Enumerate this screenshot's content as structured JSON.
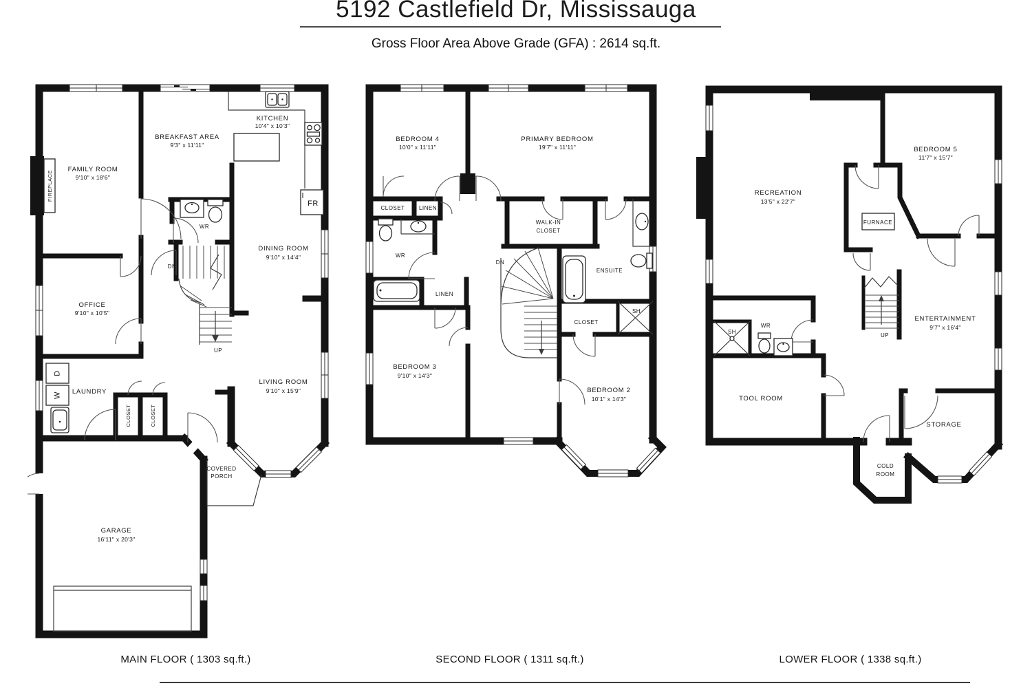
{
  "header": {
    "title": "5192 Castlefield Dr, Mississauga",
    "subtitle": "Gross Floor Area Above Grade  (GFA) : 2614 sq.ft."
  },
  "floors": {
    "main": {
      "caption": "MAIN FLOOR ( 1303 sq.ft.)",
      "rooms": {
        "family": {
          "name": "FAMILY ROOM",
          "dims": "9'10\" x 18'6\""
        },
        "breakfast": {
          "name": "BREAKFAST AREA",
          "dims": "9'3\" x 11'11\""
        },
        "kitchen": {
          "name": "KITCHEN",
          "dims": "10'4\" x 10'3\""
        },
        "dining": {
          "name": "DINING ROOM",
          "dims": "9'10\" x 14'4\""
        },
        "living": {
          "name": "LIVING ROOM",
          "dims": "9'10\" x 15'9\""
        },
        "office": {
          "name": "OFFICE",
          "dims": "9'10\" x 10'5\""
        },
        "laundry": {
          "name": "LAUNDRY"
        },
        "garage": {
          "name": "GARAGE",
          "dims": "16'11\" x 20'3\""
        },
        "porch": {
          "name1": "COVERED",
          "name2": "PORCH"
        },
        "wr": {
          "name": "WR"
        },
        "fireplace": {
          "name": "FIREPLACE"
        },
        "closet_a": {
          "name": "CLOSET"
        },
        "closet_b": {
          "name": "CLOSET"
        },
        "fridge": {
          "name": "FR"
        },
        "stairs_dn": {
          "name": "DN"
        },
        "stairs_up": {
          "name": "UP"
        },
        "dryer": {
          "name": "D"
        },
        "washer": {
          "name": "W"
        }
      }
    },
    "second": {
      "caption": "SECOND FLOOR ( 1311 sq.ft.)",
      "rooms": {
        "bedroom4": {
          "name": "BEDROOM 4",
          "dims": "10'0\" x 11'11\""
        },
        "primary": {
          "name": "PRIMARY BEDROOM",
          "dims": "19'7\" x 11'11\""
        },
        "bedroom3": {
          "name": "BEDROOM 3",
          "dims": "9'10\" x 14'3\""
        },
        "bedroom2": {
          "name": "BEDROOM 2",
          "dims": "10'1\" x 14'3\""
        },
        "closet_a": {
          "name": "CLOSET"
        },
        "linen_a": {
          "name": "LINEN"
        },
        "linen_b": {
          "name": "LINEN"
        },
        "wr": {
          "name": "WR"
        },
        "walkin": {
          "name1": "WALK-IN",
          "name2": "CLOSET"
        },
        "ensuite": {
          "name": "ENSUITE"
        },
        "shower": {
          "name": "SH"
        },
        "closet_b": {
          "name": "CLOSET"
        },
        "stairs_dn": {
          "name": "DN"
        }
      }
    },
    "lower": {
      "caption": "LOWER FLOOR ( 1338 sq.ft.)",
      "rooms": {
        "recreation": {
          "name": "RECREATION",
          "dims": "13'5\" x 22'7\""
        },
        "bedroom5": {
          "name": "BEDROOM 5",
          "dims": "11'7\" x 15'7\""
        },
        "entertainment": {
          "name": "ENTERTAINMENT",
          "dims": "9'7\" x 16'4\""
        },
        "furnace": {
          "name": "FURNACE"
        },
        "tool": {
          "name": "TOOL ROOM"
        },
        "storage": {
          "name": "STORAGE"
        },
        "cold": {
          "name1": "COLD",
          "name2": "ROOM"
        },
        "wr": {
          "name": "WR"
        },
        "shower": {
          "name": "SH"
        },
        "stairs_up": {
          "name": "UP"
        }
      }
    }
  }
}
